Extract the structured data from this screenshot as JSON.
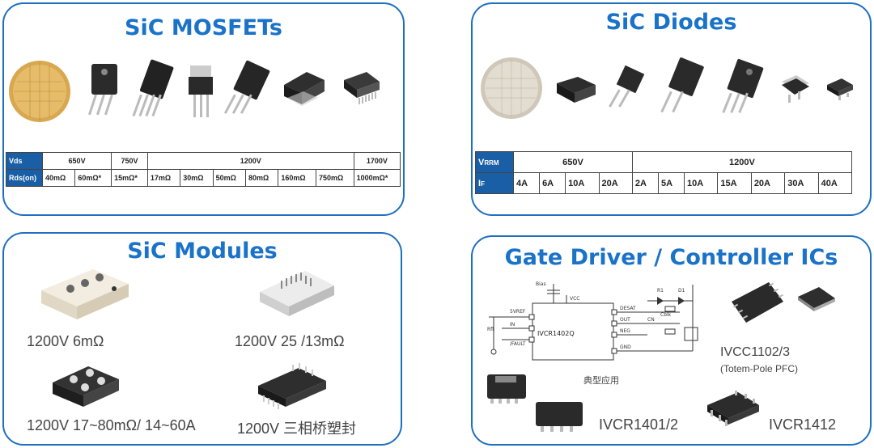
{
  "mosfets": {
    "title": "SiC MOSFETs",
    "table": {
      "row1": [
        "Vds",
        "650V",
        "750V",
        "1200V",
        "1700V"
      ],
      "row2": [
        "Rds(on)",
        "40mΩ",
        "60mΩ*",
        "15mΩ*",
        "17mΩ",
        "30mΩ",
        "50mΩ",
        "80mΩ",
        "160mΩ",
        "750mΩ",
        "1000mΩ*"
      ]
    }
  },
  "diodes": {
    "title": "SiC Diodes",
    "table": {
      "row1": [
        "V",
        "RRM",
        "650V",
        "1200V"
      ],
      "row2": [
        "I",
        "F",
        "4A",
        "6A",
        "10A",
        "20A",
        "2A",
        "5A",
        "10A",
        "15A",
        "20A",
        "30A",
        "40A"
      ]
    }
  },
  "modules": {
    "title": "SiC Modules",
    "captions": [
      "1200V 6mΩ",
      "1200V 25 /13mΩ",
      "1200V 17~80mΩ/ 14~60A",
      "1200V 三相桥塑封"
    ]
  },
  "gate": {
    "title": "Gate Driver / Controller ICs",
    "schematic": {
      "chip": "IVCR1402Q",
      "caption": "典型应用",
      "labels": [
        "Bias",
        "VCC",
        "5VREF",
        "IN",
        "/FAULT",
        "Rfl",
        "DESAT",
        "OUT",
        "NEG",
        "GND",
        "D1",
        "R1",
        "Cblk",
        "CN"
      ]
    },
    "parts": [
      {
        "name": "IVCC1102/3",
        "note": "(Totem-Pole PFC)"
      },
      {
        "name": "IVCR1401/2"
      },
      {
        "name": "IVCR1412"
      }
    ]
  },
  "colors": {
    "accent": "#1a72c9",
    "border": "#1f6fc0",
    "header_fill": "#1a5fa6"
  }
}
